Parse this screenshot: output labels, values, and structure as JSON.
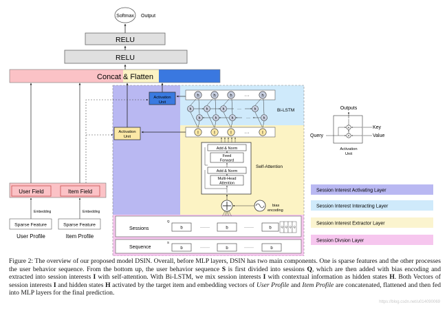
{
  "output": {
    "softmax": "Softmax",
    "label": "Output"
  },
  "mlp": {
    "relu_top": "RELU",
    "relu_bottom": "RELU",
    "concat": "Concat & Flatten"
  },
  "activation_unit": "Activation Unit",
  "bilstm_label": "Bi-LSTM",
  "self_attention_label": "Self-Attention",
  "transformer": {
    "add_norm": "Add & Norm",
    "feed_forward": "Feed Forward",
    "multi_head": "Multi-Head Attention"
  },
  "bias_encoding": "bias encoding",
  "hidden_states": [
    "h",
    "h",
    "h",
    "h"
  ],
  "lstm_cells": [
    "h",
    "h",
    "h",
    "h"
  ],
  "interests": [
    "I",
    "I",
    "I",
    "I"
  ],
  "left_inputs": {
    "user_field": "User Field",
    "item_field": "Item Field",
    "embedding": "Embedding",
    "sparse_feature": "Sparse Feature",
    "user_profile": "User Profile",
    "item_profile": "Item Profile"
  },
  "division": {
    "sessions": "Sessions",
    "sequence": "Sequence",
    "q_label": "Q",
    "s_label": "S",
    "session_cells": [
      "b",
      "b",
      "b"
    ],
    "sequence_cells": [
      "b",
      "b",
      "b"
    ],
    "dots": "·······",
    "q_mini": [
      "Q",
      "Q",
      "Q",
      "Q"
    ]
  },
  "activation_diagram": {
    "outputs": "Outputs",
    "key": "Key",
    "query": "Query",
    "value": "Value",
    "caption": "Activation Unit"
  },
  "legend": [
    {
      "label": "Session Interest Activating Layer",
      "color": "#b9b8f2"
    },
    {
      "label": "Session Interest Interacting Layer",
      "color": "#cfeafb"
    },
    {
      "label": "Session Interest Extractor Layer",
      "color": "#fbf4cf"
    },
    {
      "label": "Session Divsion Layer",
      "color": "#f6c6ee"
    }
  ],
  "colors": {
    "pink": "#fbc2c6",
    "yellow": "#fcf3c4",
    "blue": "#3a78e0",
    "au_blue": "#3a7ae0",
    "au_yellow": "#fbe8a6"
  },
  "caption": {
    "p1": "Figure 2: The overview of our proposed model DSIN. Overall, before MLP layers, DSIN has two main components. One is sparse features and the other processes the user behavior sequence. From the bottom up, the user behavior sequence ",
    "s": "S",
    "p2": " is first divided into sessions ",
    "q": "Q",
    "p3": ", which are then added with bias encoding and extracted into session interests ",
    "i1": "I",
    "p4": " with self-attention. With Bi-LSTM, we mix session interests ",
    "i2": "I",
    "p5": " with contextual information as hidden states ",
    "h1": "H",
    "p6": ". Both Vectors of session interests ",
    "i3": "I",
    "p7": " and hidden states ",
    "h2": "H",
    "p8": " activated by the target item and embedding vectors of ",
    "up": "User Profile",
    "p9": " and ",
    "ip": "Item Profile",
    "p10": " are concatenated, flattened and then fed into MLP layers for the final prediction."
  },
  "watermark": "https://blog.csdn.net/u014090069"
}
